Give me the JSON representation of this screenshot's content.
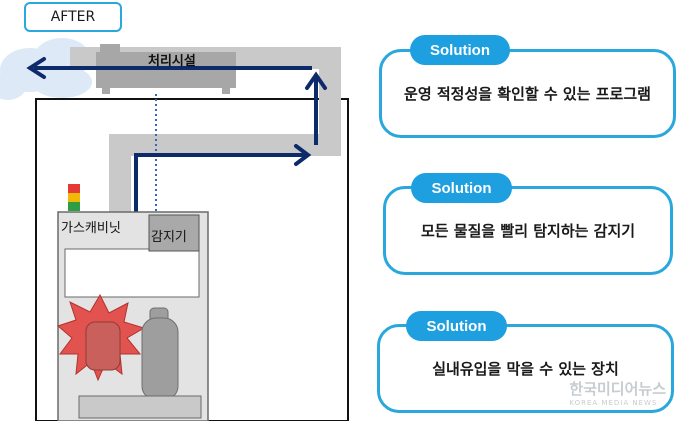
{
  "header": {
    "tag": "AFTER"
  },
  "facility": {
    "label": "처리시설"
  },
  "cabinet": {
    "label": "가스캐비닛",
    "detector_label": "감지기"
  },
  "solutions": [
    {
      "tag": "Solution",
      "text": "운영 적정성을 확인할 수 있는 프로그램"
    },
    {
      "tag": "Solution",
      "text": "모든 물질을 빨리 탐지하는 감지기"
    },
    {
      "tag": "Solution",
      "text": "실내유입을 막을 수 있는 장치"
    }
  ],
  "watermark": {
    "text": "한국미디어뉴스",
    "sub": "KOREA MEDIA NEWS"
  },
  "colors": {
    "accent": "#1e9fe0",
    "arrow": "#0d2a6b",
    "duct": "#c9c9c9",
    "alarm": "#e2534f",
    "signal_red": "#e53935",
    "signal_yellow": "#f2b807",
    "signal_green": "#2e9e44"
  }
}
